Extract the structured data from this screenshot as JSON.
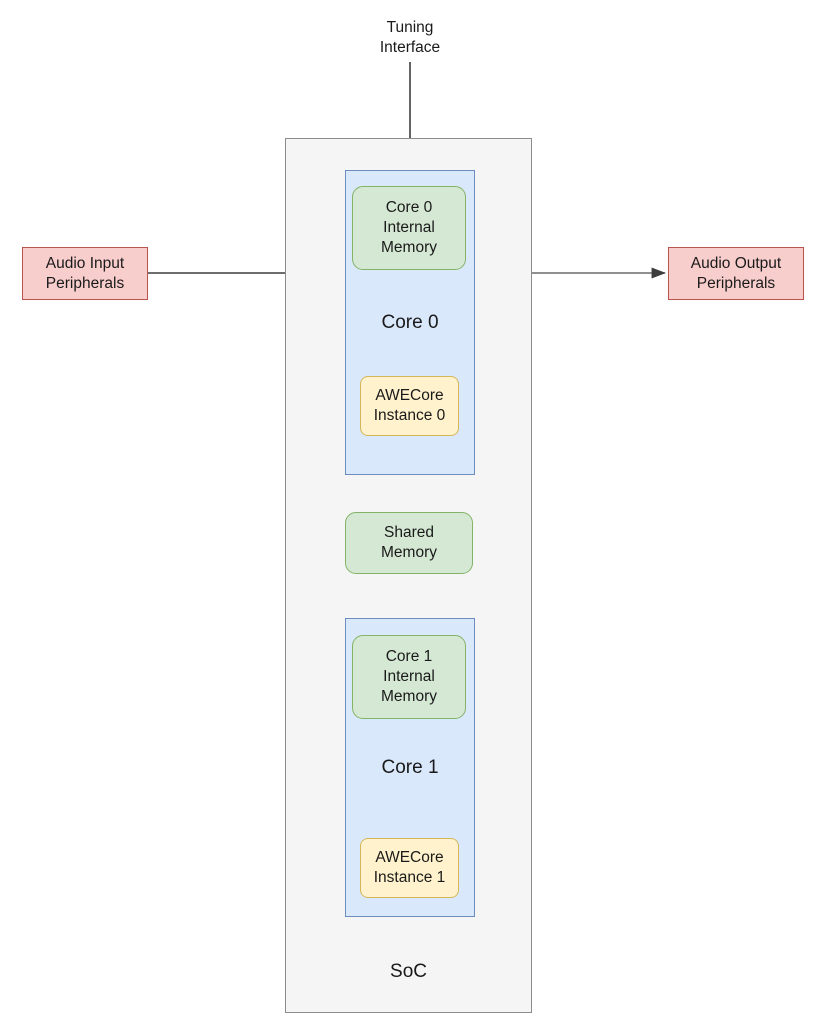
{
  "diagram": {
    "title_label": "Tuning\nInterface",
    "soc": {
      "label": "SoC",
      "fill": "#f5f5f5",
      "stroke": "#8c8c8c"
    },
    "cores": [
      {
        "id": "core-0",
        "label": "Core 0",
        "fill": "#dae8fc",
        "stroke": "#6c8ebf",
        "internal_memory": "Core 0\nInternal\nMemory",
        "awecore_instance": "AWECore\nInstance 0"
      },
      {
        "id": "core-1",
        "label": "Core 1",
        "fill": "#dae8fc",
        "stroke": "#6c8ebf",
        "internal_memory": "Core 1\nInternal\nMemory",
        "awecore_instance": "AWECore\nInstance 1"
      }
    ],
    "shared_memory": {
      "label": "Shared\nMemory",
      "fill": "#d5e8d4",
      "stroke": "#82b366"
    },
    "peripherals": [
      {
        "id": "audio-input-peripherals",
        "label": "Audio Input\nPeripherals",
        "fill": "#f8cecc",
        "stroke": "#b85450"
      },
      {
        "id": "audio-output-peripherals",
        "label": "Audio Output\nPeripherals",
        "fill": "#f8cecc",
        "stroke": "#b85450"
      }
    ],
    "memory_fill": "#d5e8d4",
    "memory_stroke": "#82b366",
    "awecore_fill": "#fff2cc",
    "awecore_stroke": "#d6b656",
    "connector_color": "#3d3d3d"
  }
}
